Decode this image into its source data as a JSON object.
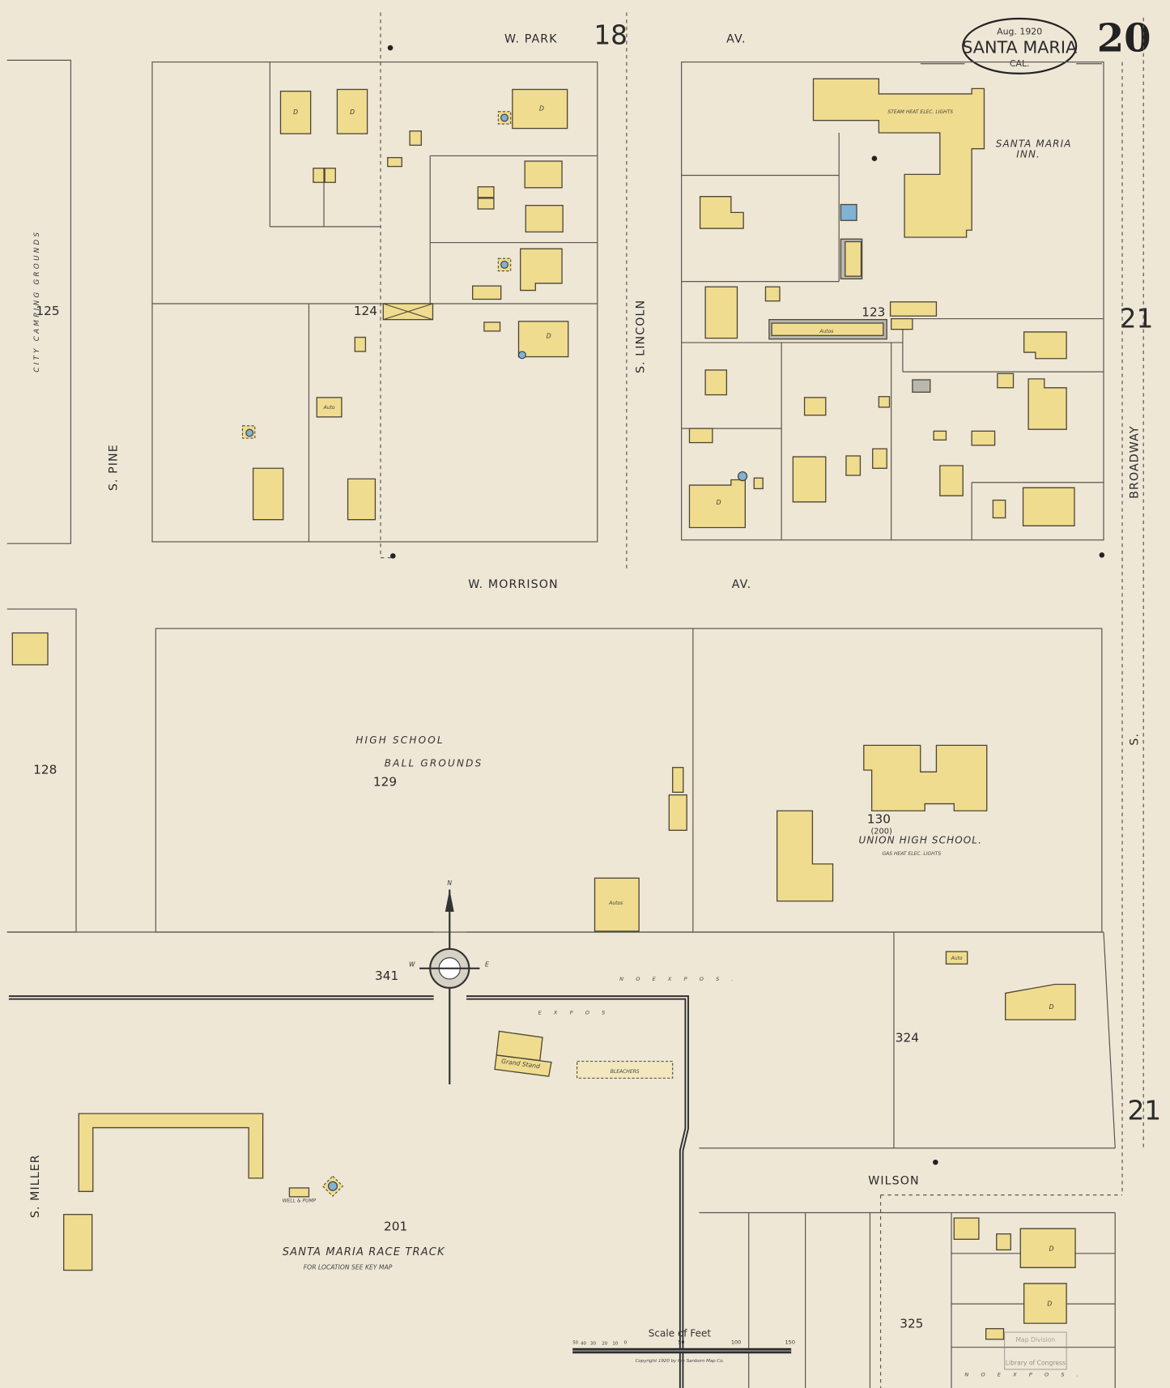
{
  "title": {
    "date": "Aug. 1920",
    "city": "SANTA MARIA",
    "state": "CAL.",
    "sheet_number": "20"
  },
  "adjoining_sheets": {
    "top": "18",
    "right_upper": "21",
    "right_lower": "21"
  },
  "streets": {
    "w_park": "W.  PARK",
    "park_av": "AV.",
    "w_morrison": "W.  MORRISON",
    "morrison_av": "AV.",
    "s_lincoln": "S.  LINCOLN",
    "s_pine": "S.  PINE",
    "broadway": "BROADWAY",
    "broadway_s": "S.",
    "wilson": "WILSON",
    "s_miller": "S.  MILLER"
  },
  "blocks": {
    "b125": "125",
    "b124": "124",
    "b123": "123",
    "b128": "128",
    "b129": "129",
    "b130": "130",
    "b130_alt": "(200)",
    "b341": "341",
    "b324": "324",
    "b201": "201",
    "b325": "325"
  },
  "labels": {
    "camping": "CITY  CAMPING  GROUNDS",
    "high_school": "HIGH     SCHOOL",
    "ball_grounds": "BALL       GROUNDS",
    "union_hs": "UNION  HIGH  SCHOOL.",
    "union_hs_note": "GAS HEAT ELEC. LIGHTS",
    "inn": "SANTA  MARIA",
    "inn2": "INN.",
    "inn_note": "STEAM HEAT ELEC. LIGHTS",
    "race_track": "SANTA  MARIA  RACE  TRACK",
    "race_track_note": "FOR LOCATION SEE KEY MAP",
    "grand_stand": "Grand Stand",
    "bleachers": "BLEACHERS",
    "well_pump": "WELL & PUMP",
    "autos": "Autos",
    "auto": "Auto",
    "dwelling": "D",
    "no_expos": "N O     E X P O S .",
    "expos": "E  X  P  O  S",
    "compass_n": "N",
    "compass_e": "E",
    "compass_w": "W"
  },
  "scale": {
    "title": "Scale of Feet",
    "ticks": [
      "50",
      "40",
      "30",
      "20",
      "10",
      "0",
      "50",
      "100",
      "150"
    ],
    "copyright": "Copyright 1920 by the Sanborn Map Co."
  },
  "stamp": {
    "line1": "Map Division",
    "line2": "Library of Congress"
  },
  "colors": {
    "frame_building": "#efdc8e",
    "stone_building": "#7fb2d4",
    "paper": "#eee7d6"
  }
}
